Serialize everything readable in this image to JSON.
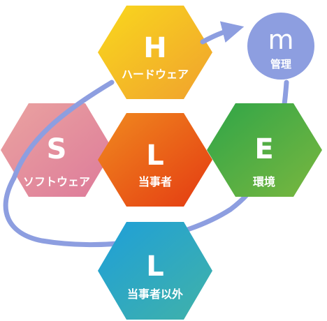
{
  "model": {
    "nodes": [
      {
        "id": "hardware",
        "letter": "H",
        "label": "ハードウェア",
        "color_start": "#f9d81d",
        "color_end": "#f0a12e"
      },
      {
        "id": "software",
        "letter": "S",
        "label": "ソフトウェア",
        "color_start": "#eaa3a0",
        "color_end": "#dd7a9a"
      },
      {
        "id": "liveware-center",
        "letter": "L",
        "label": "当事者",
        "color_start": "#f08a1f",
        "color_end": "#e43a12"
      },
      {
        "id": "environment",
        "letter": "E",
        "label": "環境",
        "color_start": "#2fa548",
        "color_end": "#7ab73f"
      },
      {
        "id": "liveware-others",
        "letter": "L",
        "label": "当事者以外",
        "color_start": "#1e9fd9",
        "color_end": "#41b2a8"
      }
    ],
    "management": {
      "letter": "m",
      "label": "管理",
      "color": "#8d9ee0"
    },
    "arrow_color": "#8d9ee0"
  }
}
